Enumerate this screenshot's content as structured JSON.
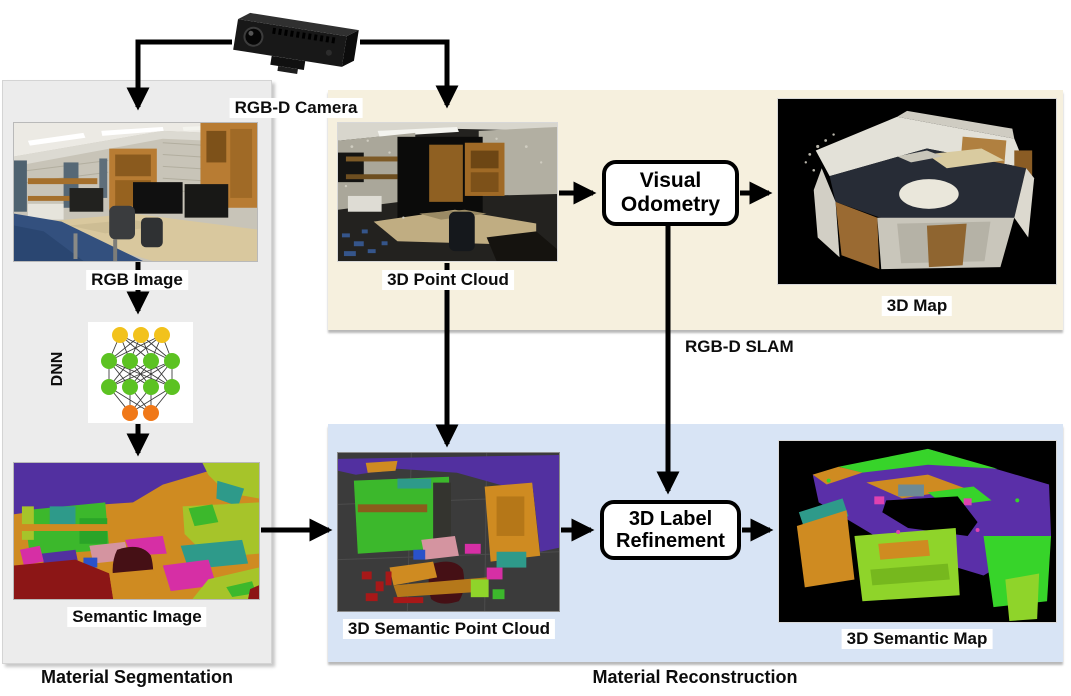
{
  "diagram": {
    "camera": {
      "label": "RGB-D Camera"
    },
    "segmentation": {
      "panel_label": "Material Segmentation",
      "rgb_image_caption": "RGB Image",
      "dnn_label": "DNN",
      "semantic_image_caption": "Semantic Image"
    },
    "slam": {
      "panel_label": "RGB-D SLAM",
      "point_cloud_caption": "3D Point Cloud",
      "visual_odometry": {
        "line1": "Visual",
        "line2": "Odometry"
      },
      "map_caption": "3D Map"
    },
    "reconstruction": {
      "panel_label": "Material Reconstruction",
      "semantic_point_cloud_caption": "3D Semantic Point Cloud",
      "label_refinement": {
        "line1": "3D Label",
        "line2": "Refinement"
      },
      "semantic_map_caption": "3D Semantic Map"
    },
    "colors": {
      "segmentation_panel_bg": "#ececec",
      "slam_panel_bg": "#f6f0de",
      "reconstruction_panel_bg": "#d8e4f5",
      "arrow": "#000000",
      "process_box_bg": "#ffffff",
      "process_box_border": "#000000",
      "dnn_node_colors": [
        "#f2c21c",
        "#5cc222",
        "#f07818"
      ],
      "semantic_palette": [
        "#5230a0",
        "#cf8b21",
        "#3cb82c",
        "#2e9a8a",
        "#a6c42a",
        "#d62fa5",
        "#8c1616",
        "#d494a0",
        "#451015",
        "#2a52c9"
      ]
    }
  }
}
